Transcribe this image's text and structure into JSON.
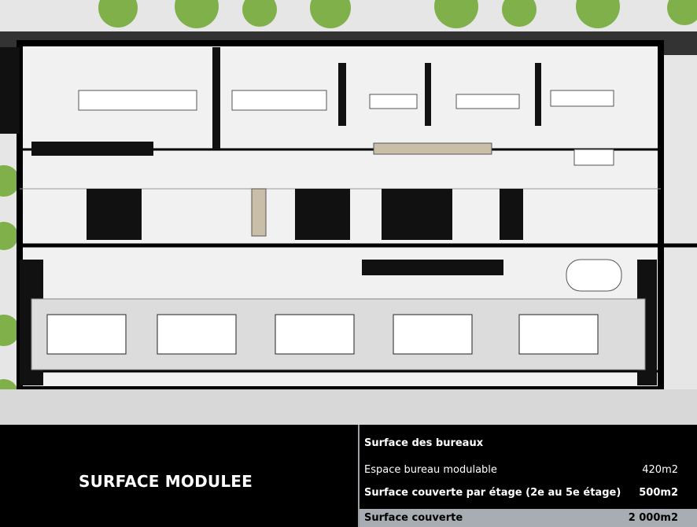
{
  "caption": {
    "title": "SURFACE MODULEE",
    "heading": "Surface des bureaux",
    "rows": [
      {
        "label": "Espace bureau modulable",
        "value": "420m2"
      },
      {
        "label": "Surface couverte par étage (2e au 5e étage)",
        "value": "500m2"
      },
      {
        "label": "Surface couverte",
        "value": "2 000m2"
      }
    ],
    "highlight_color": "#a7adb2"
  }
}
